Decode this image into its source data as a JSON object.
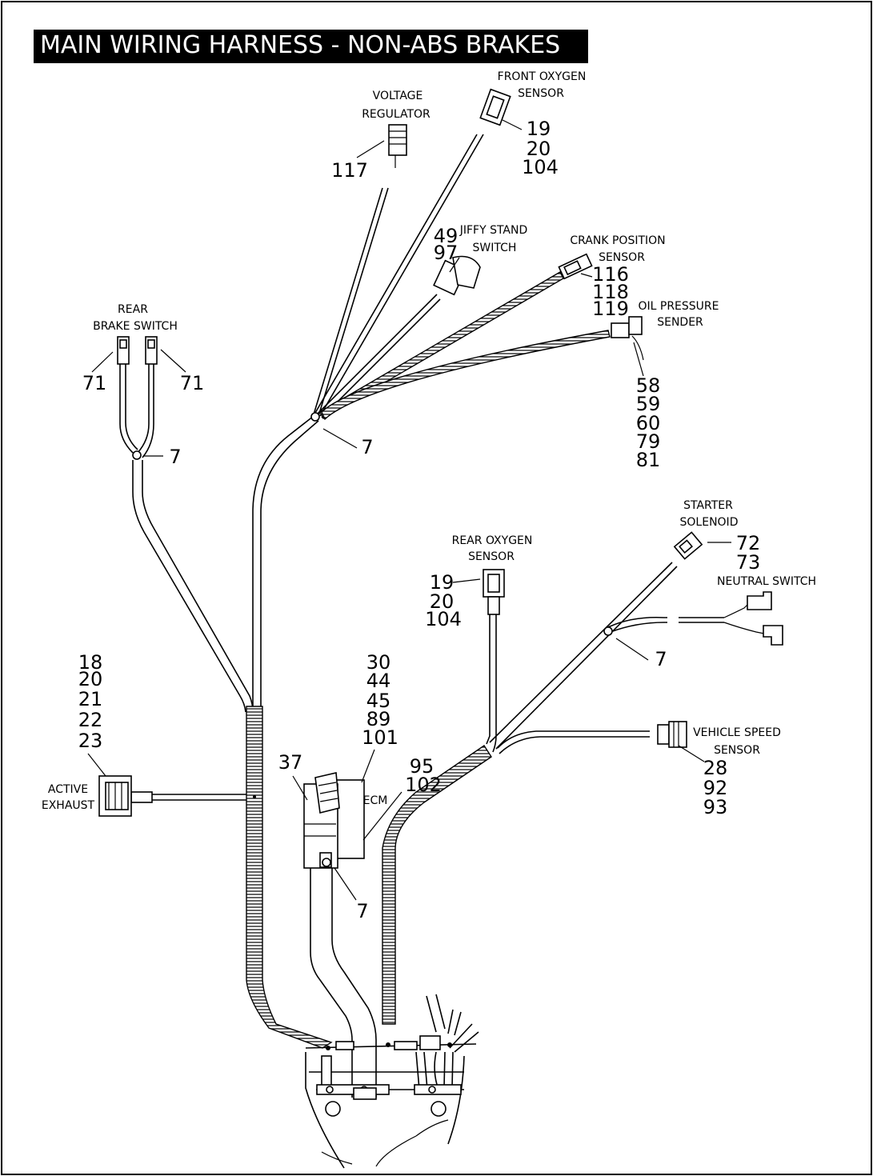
{
  "title": "MAIN WIRING HARNESS - NON-ABS BRAKES",
  "components": {
    "voltage_regulator": {
      "label": [
        "VOLTAGE",
        "REGULATOR"
      ],
      "refs": [
        "117"
      ]
    },
    "front_oxygen_sensor": {
      "label": [
        "FRONT OXYGEN",
        "SENSOR"
      ],
      "refs": [
        "19",
        "20",
        "104"
      ]
    },
    "jiffy_stand_switch": {
      "label": [
        "JIFFY STAND",
        "SWITCH"
      ],
      "refs": [
        "49",
        "97"
      ]
    },
    "crank_position_sensor": {
      "label": [
        "CRANK POSITION",
        "SENSOR"
      ],
      "refs": [
        "116",
        "118",
        "119"
      ]
    },
    "oil_pressure_sender": {
      "label": [
        "OIL PRESSURE",
        "SENDER"
      ],
      "refs": [
        "58",
        "59",
        "60",
        "79",
        "81"
      ]
    },
    "rear_brake_switch": {
      "label": [
        "REAR",
        "BRAKE SWITCH"
      ],
      "refs_left": [
        "71"
      ],
      "refs_right": [
        "71"
      ]
    },
    "clip_rear_brake": {
      "refs": [
        "7"
      ]
    },
    "clip_upper": {
      "refs": [
        "7"
      ]
    },
    "starter_solenoid": {
      "label": [
        "STARTER",
        "SOLENOID"
      ],
      "refs": [
        "72",
        "73"
      ]
    },
    "neutral_switch": {
      "label": [
        "NEUTRAL SWITCH"
      ]
    },
    "rear_oxygen_sensor": {
      "label": [
        "REAR OXYGEN",
        "SENSOR"
      ],
      "refs": [
        "19",
        "20",
        "104"
      ]
    },
    "clip_right": {
      "refs": [
        "7"
      ]
    },
    "active_exhaust": {
      "label": [
        "ACTIVE",
        "EXHAUST"
      ],
      "refs": [
        "18",
        "20",
        "21",
        "22",
        "23"
      ]
    },
    "ecm": {
      "label": [
        "ECM"
      ],
      "refs": [
        "30",
        "44",
        "45",
        "89",
        "101"
      ]
    },
    "ecm_left": {
      "refs": [
        "37"
      ]
    },
    "ecm_bracket": {
      "refs": [
        "95",
        "102"
      ]
    },
    "clip_ecm": {
      "refs": [
        "7"
      ]
    },
    "vehicle_speed_sensor": {
      "label": [
        "VEHICLE SPEED",
        "SENSOR"
      ],
      "refs": [
        "28",
        "92",
        "93"
      ]
    }
  },
  "colors": {
    "ink": "#000000",
    "paper": "#ffffff",
    "title_bg": "#000000",
    "title_fg": "#ffffff"
  }
}
